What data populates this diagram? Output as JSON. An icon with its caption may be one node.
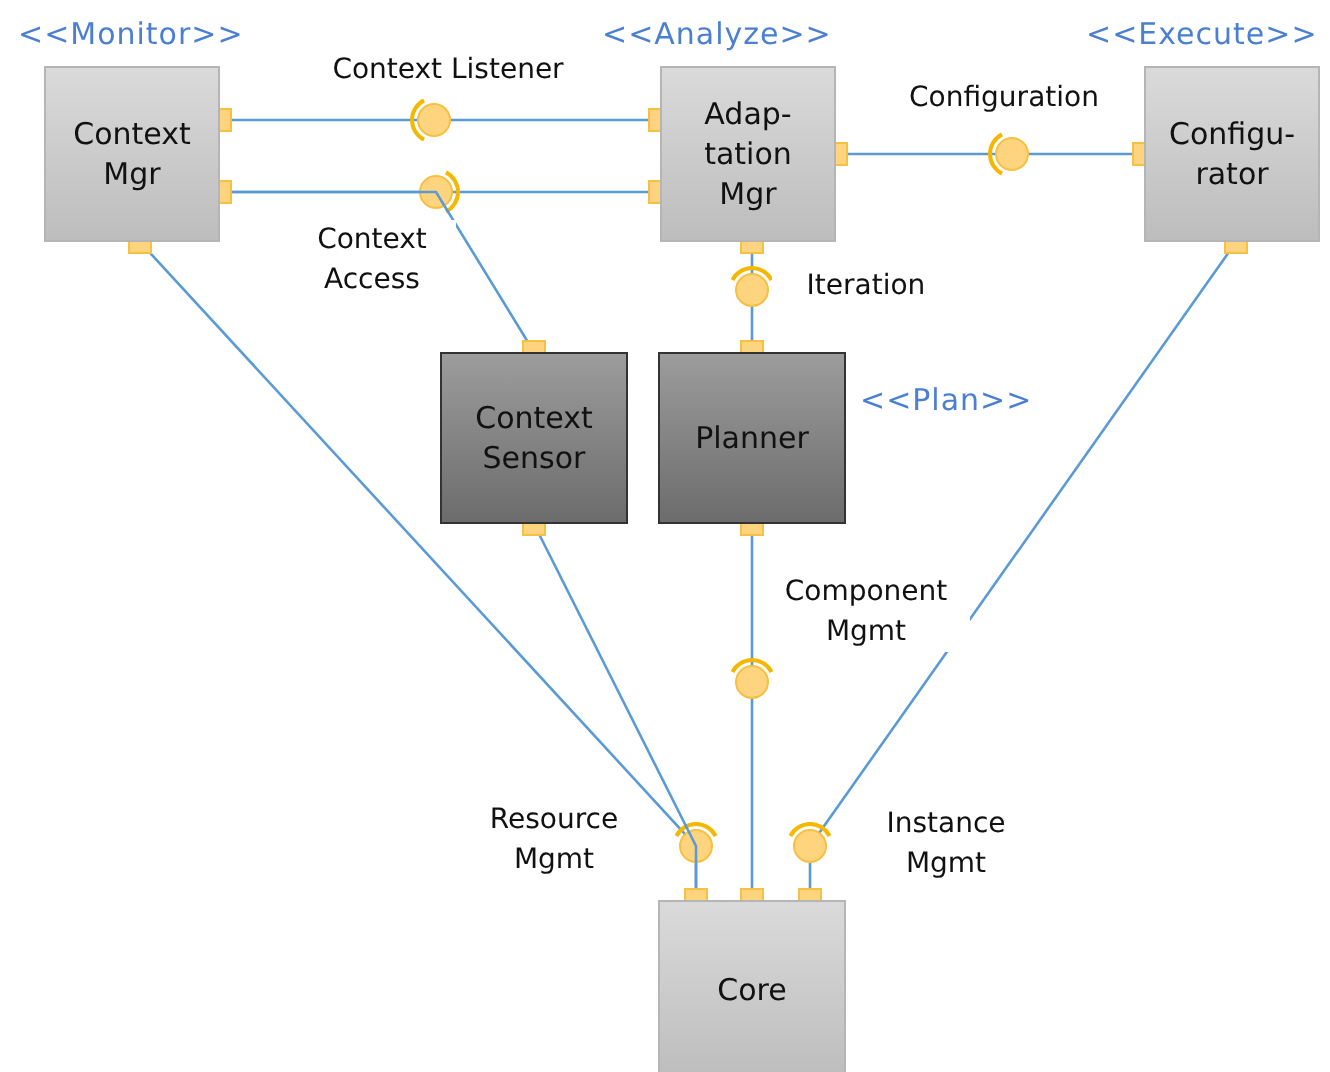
{
  "diagram": {
    "nodes": [
      {
        "text": [
          "<<Monitor>>",
          "Context Mgr"
        ]
      },
      {
        "text": [
          "<<Analyze>>",
          "Adap- tation Mgr"
        ]
      },
      {
        "text": [
          "<<Execute>>",
          "Configu- rator"
        ]
      },
      {
        "text": [
          "Context Sensor"
        ]
      },
      {
        "text": [
          "Planner"
        ],
        "beside": [
          "<<Plan>>"
        ]
      },
      {
        "text": [
          "Core"
        ]
      }
    ],
    "edges": [
      {
        "from": 0,
        "to": 1,
        "arrow": "other",
        "label": "Context Listener"
      },
      {
        "from": 0,
        "to": 1,
        "arrow": "other",
        "label": "Context Access"
      },
      {
        "from": 0,
        "to": 3,
        "arrow": "other"
      },
      {
        "from": 1,
        "to": 2,
        "arrow": "other",
        "label": "Configuration"
      },
      {
        "from": 1,
        "to": 4,
        "arrow": "other",
        "label": "Iteration"
      },
      {
        "from": 4,
        "to": 5,
        "arrow": "other",
        "label": "Component Mgmt"
      },
      {
        "from": 0,
        "to": 5,
        "arrow": "other",
        "label": "Resource Mgmt"
      },
      {
        "from": 3,
        "to": 5,
        "arrow": "other"
      },
      {
        "from": 2,
        "to": 5,
        "arrow": "other",
        "label": "Instance Mgmt"
      }
    ]
  }
}
